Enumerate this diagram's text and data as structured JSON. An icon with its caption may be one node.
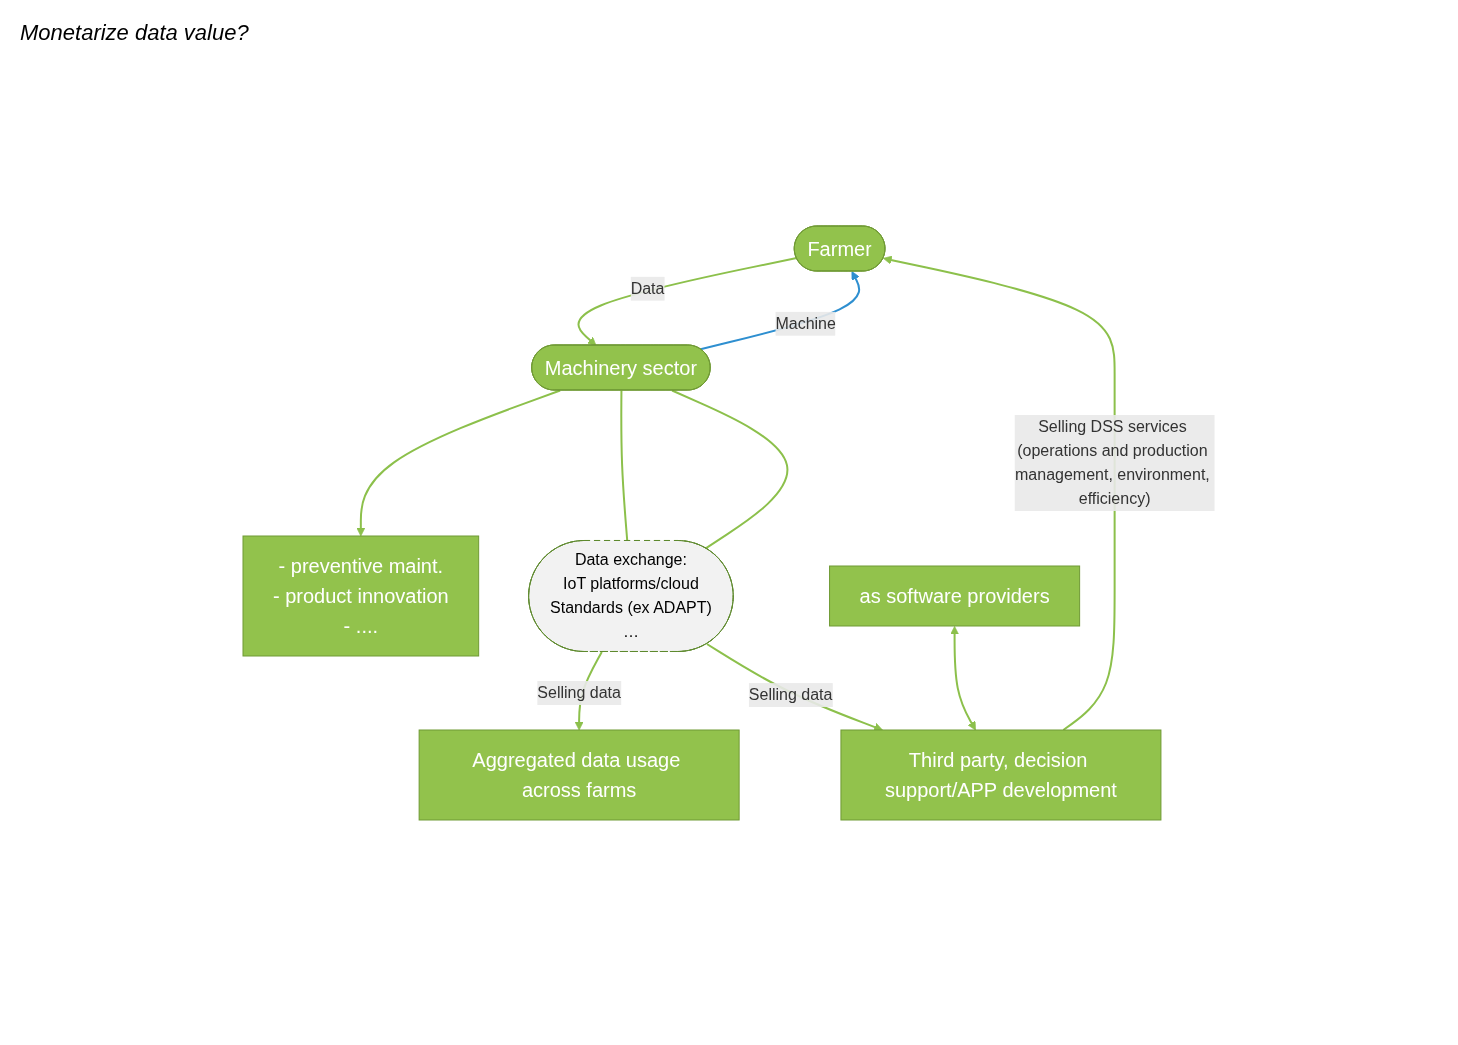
{
  "diagram": {
    "nodes": [
      {
        "text": [
          "- preventive maint.",
          "- product innovation",
          "- ...."
        ]
      },
      {
        "text": [
          "Farmer"
        ]
      },
      {
        "text": [
          "Machinery sector"
        ]
      },
      {
        "text": [
          "Data exchange:",
          "IoT platforms/cloud",
          "Standards (ex ADAPT)",
          "…"
        ]
      },
      {
        "text": [
          "as software providers"
        ]
      },
      {
        "text": [
          "Third party, decision support/APP development"
        ]
      },
      {
        "text": [
          "Aggregated data usage across farms"
        ]
      }
    ],
    "edges": [
      {
        "from": 2,
        "to": 1,
        "arrow": "to",
        "label": "Machine",
        "color": "#2e8fd0"
      },
      {
        "from": 1,
        "to": 2,
        "arrow": "to",
        "label": "Data"
      },
      {
        "from": 2,
        "to": 0,
        "arrow": "to"
      },
      {
        "from": 2,
        "to": 3,
        "arrow": "none"
      },
      {
        "from": 2,
        "to": 3,
        "arrow": "none"
      },
      {
        "from": 5,
        "to": 1,
        "arrow": "to",
        "label": "Selling DSS services (operations and production management, environment, efficiency)"
      },
      {
        "from": 3,
        "to": 5,
        "arrow": "to",
        "label": "Selling data"
      },
      {
        "from": 3,
        "to": 6,
        "arrow": "to",
        "label": "Selling data"
      },
      {
        "from": 4,
        "to": 5,
        "arrow": "both"
      }
    ],
    "labels": [
      "Monetarize data value?"
    ]
  }
}
